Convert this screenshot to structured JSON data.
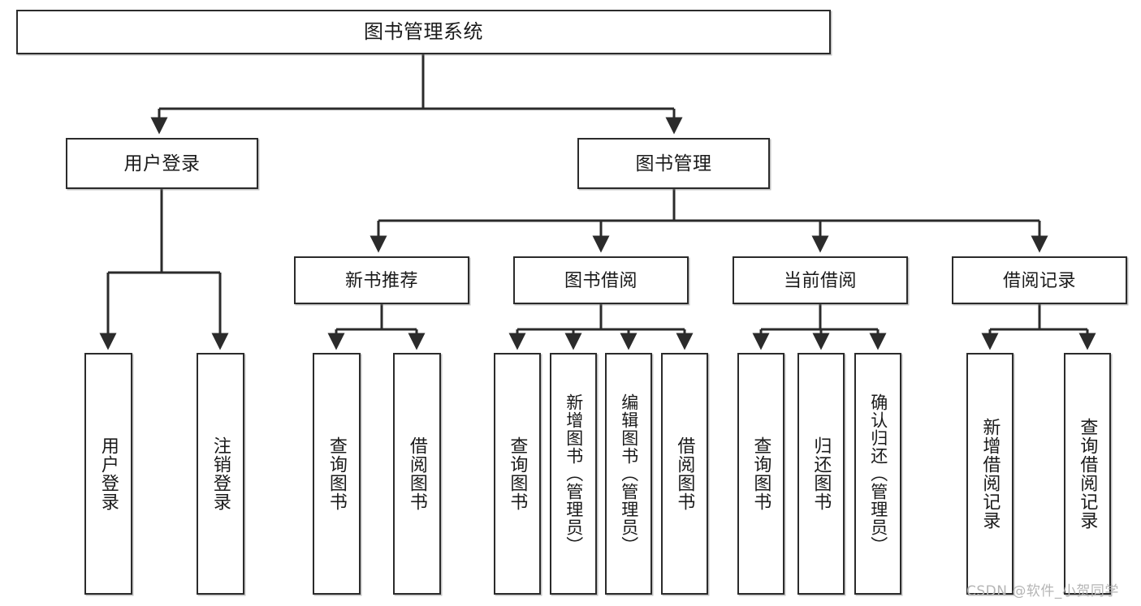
{
  "diagram": {
    "type": "tree-hierarchy-diagram",
    "title": "图书管理系统",
    "stroke_color": "#2b2b2b",
    "fill_color": "#ffffff",
    "text_color": "#1a1a1a",
    "watermark": "CSDN @软件_小贺同学",
    "levels": {
      "root": {
        "label": "图书管理系统"
      },
      "level2": [
        {
          "label": "用户登录"
        },
        {
          "label": "图书管理"
        }
      ],
      "level3": [
        {
          "label": "新书推荐"
        },
        {
          "label": "图书借阅"
        },
        {
          "label": "当前借阅"
        },
        {
          "label": "借阅记录"
        }
      ],
      "leaves": {
        "user_login": [
          {
            "label": "用户登录"
          },
          {
            "label": "注销登录"
          }
        ],
        "new_book_recommend": [
          {
            "label": "查询图书"
          },
          {
            "label": "借阅图书"
          }
        ],
        "book_borrow": [
          {
            "label": "查询图书"
          },
          {
            "label": "新增图书（管理员）"
          },
          {
            "label": "编辑图书（管理员）"
          },
          {
            "label": "借阅图书"
          }
        ],
        "current_borrow": [
          {
            "label": "查询图书"
          },
          {
            "label": "归还图书"
          },
          {
            "label": "确认归还（管理员）"
          }
        ],
        "borrow_record": [
          {
            "label": "新增借阅记录"
          },
          {
            "label": "查询借阅记录"
          }
        ]
      }
    }
  }
}
